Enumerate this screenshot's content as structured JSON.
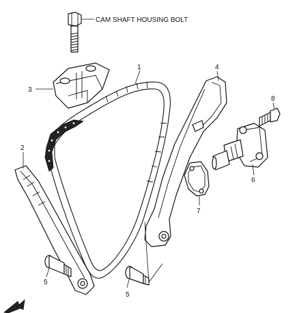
{
  "callouts": {
    "cam_shaft_housing_bolt": "CAM SHAFT HOUSING BOLT",
    "part_1": "1",
    "part_2": "2",
    "part_3": "3",
    "part_4": "4",
    "part_5_left": "5",
    "part_5_right": "5",
    "part_6": "6",
    "part_7": "7",
    "part_8": "8"
  },
  "icons": {
    "front_arrow": "front-arrow-icon"
  }
}
